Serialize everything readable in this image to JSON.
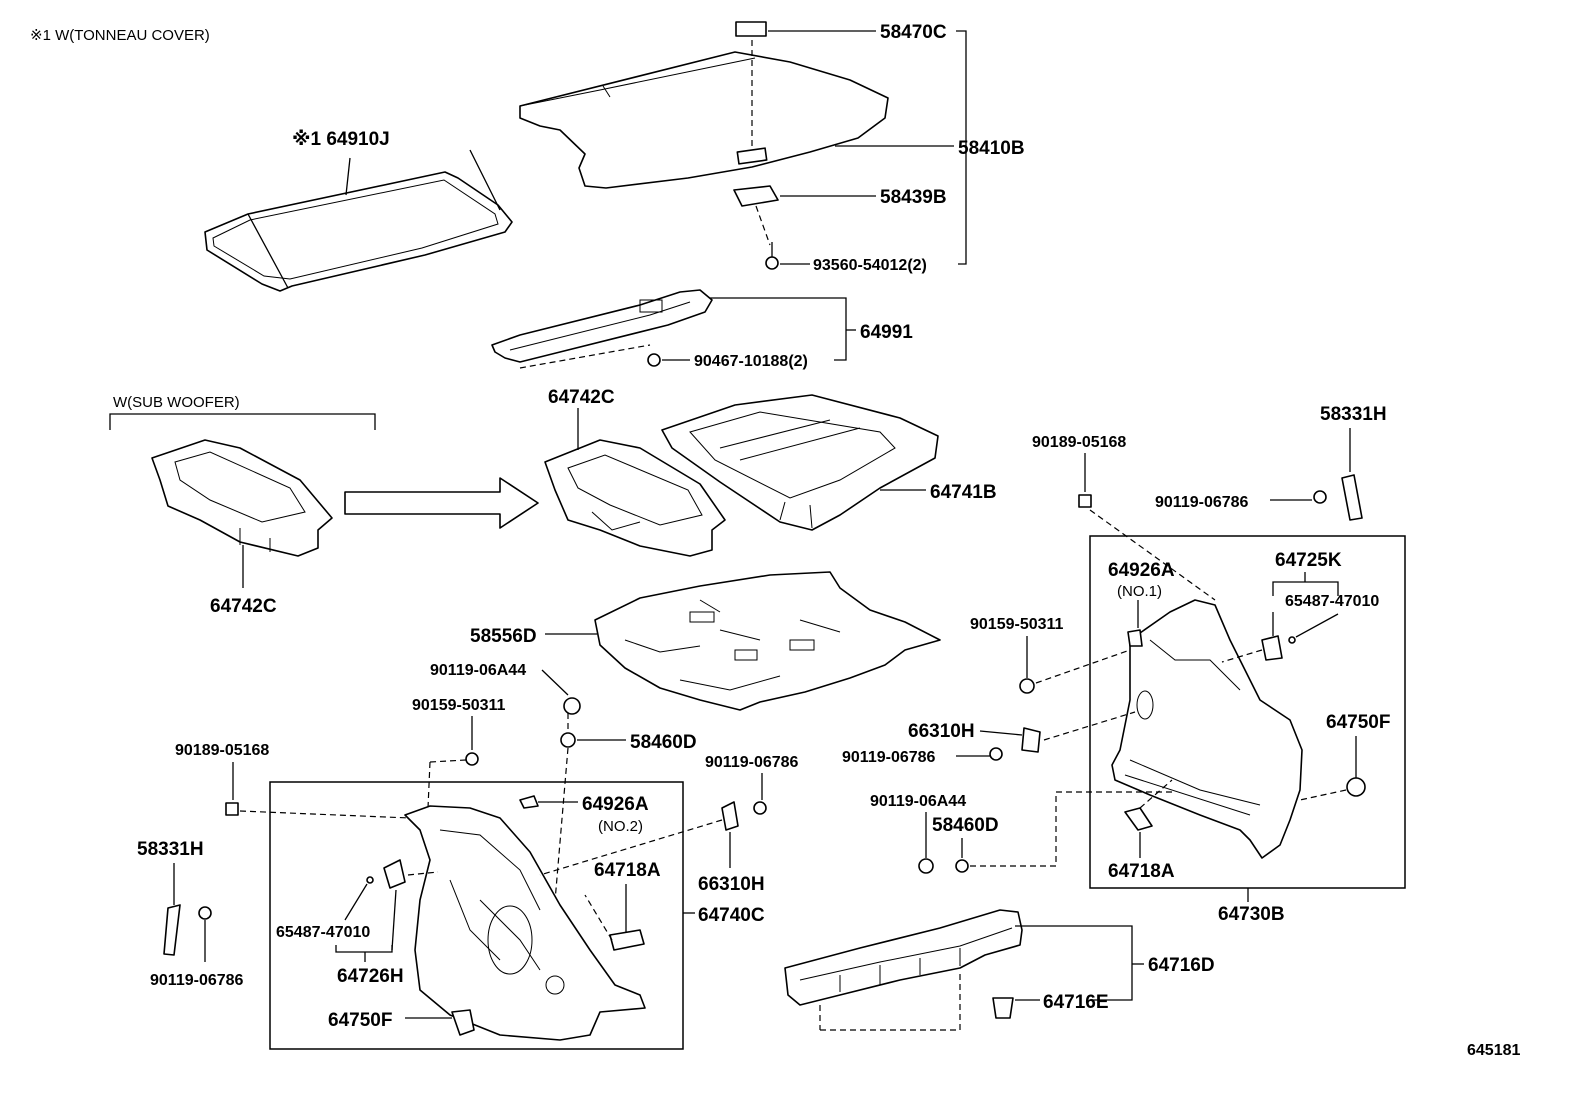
{
  "notes": {
    "tonneau": "※1 W(TONNEAU COVER)",
    "subwoofer": "W(SUB WOOFER)"
  },
  "parts": {
    "p58470C": "58470C",
    "p58410B": "58410B",
    "p58439B": "58439B",
    "p93560": "93560-54012(2)",
    "p64910J": "※1 64910J",
    "p64991": "64991",
    "p90467": "90467-10188(2)",
    "p64742C_top": "64742C",
    "p64742C_left": "64742C",
    "p64741B": "64741B",
    "p90189_right": "90189-05168",
    "p58331H_right": "58331H",
    "p90119_06786_right": "90119-06786",
    "p64926A_no1": "64926A",
    "no1": "(NO.1)",
    "p64725K": "64725K",
    "p65487_right": "65487-47010",
    "p90159_right": "90159-50311",
    "p58556D": "58556D",
    "p90119_06A44_left": "90119-06A44",
    "p90159_left": "90159-50311",
    "p58460D_left": "58460D",
    "p66310H_right": "66310H",
    "p90119_06786_mid": "90119-06786",
    "p64750F_right": "64750F",
    "p90189_left": "90189-05168",
    "p90119_06786_center": "90119-06786",
    "p90119_06A44_right": "90119-06A44",
    "p58460D_right": "58460D",
    "p64926A_no2": "64926A",
    "no2": "(NO.2)",
    "p58331H_left": "58331H",
    "p64718A_left": "64718A",
    "p66310H_center": "66310H",
    "p64718A_right": "64718A",
    "p65487_left": "65487-47010",
    "p64740C": "64740C",
    "p64730B": "64730B",
    "p90119_06786_left": "90119-06786",
    "p64726H": "64726H",
    "p64716D": "64716D",
    "p64750F_left": "64750F",
    "p64716E": "64716E"
  },
  "figure_id": "645181"
}
